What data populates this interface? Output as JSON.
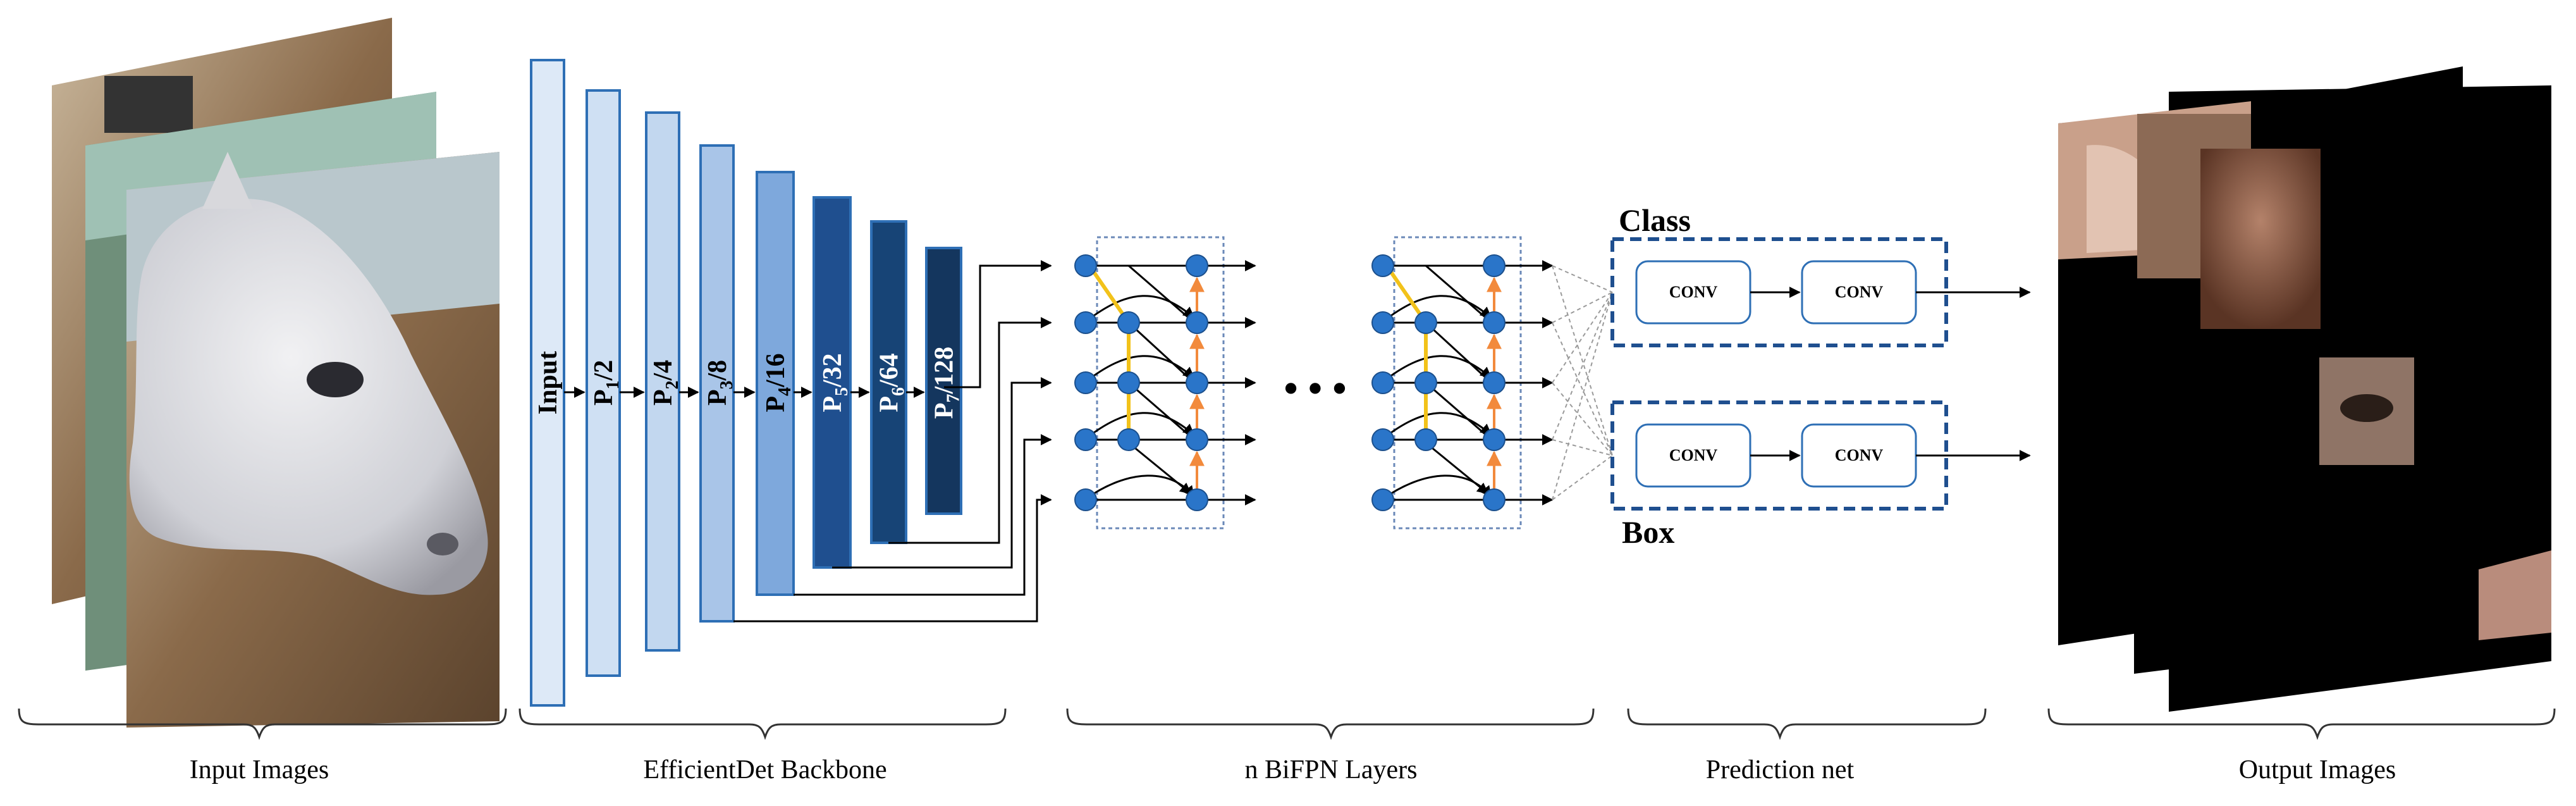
{
  "sections": {
    "input": "Input Images",
    "backbone": "EfficientDet Backbone",
    "bifpn": "n BiFPN Layers",
    "prediction": "Prediction net",
    "output": "Output Images"
  },
  "backbone_layers": [
    {
      "main": "Input",
      "sub": "",
      "tail": ""
    },
    {
      "main": "P",
      "sub": "1",
      "tail": "/2"
    },
    {
      "main": "P",
      "sub": "2",
      "tail": "/4"
    },
    {
      "main": "P",
      "sub": "3",
      "tail": "/8"
    },
    {
      "main": "P",
      "sub": "4",
      "tail": "/16"
    },
    {
      "main": "P",
      "sub": "5",
      "tail": "/32"
    },
    {
      "main": "P",
      "sub": "6",
      "tail": "/64"
    },
    {
      "main": "P",
      "sub": "7",
      "tail": "/128"
    }
  ],
  "ellipsis": "• • •",
  "prediction_net": {
    "class_label": "Class",
    "box_label": "Box",
    "conv_label": "CONV"
  },
  "colors": {
    "layer_fills": [
      "#dde9f7",
      "#cfe0f3",
      "#c2d7ef",
      "#a9c5e8",
      "#7ea8dc",
      "#1f4f8f",
      "#174476",
      "#14365e"
    ],
    "layer_stroke": "#2e6fb5",
    "node": "#2a75c9",
    "node_stroke": "#1b4f8c",
    "yellow_edge": "#f2c21a",
    "orange_edge": "#f28a3c",
    "dashed_box": "#1f4f8f",
    "output_bg": "#000000"
  },
  "images": {
    "input": "stacked horse photos (horse head in stable)",
    "output": "black masks with detected horse face / eye crops"
  }
}
